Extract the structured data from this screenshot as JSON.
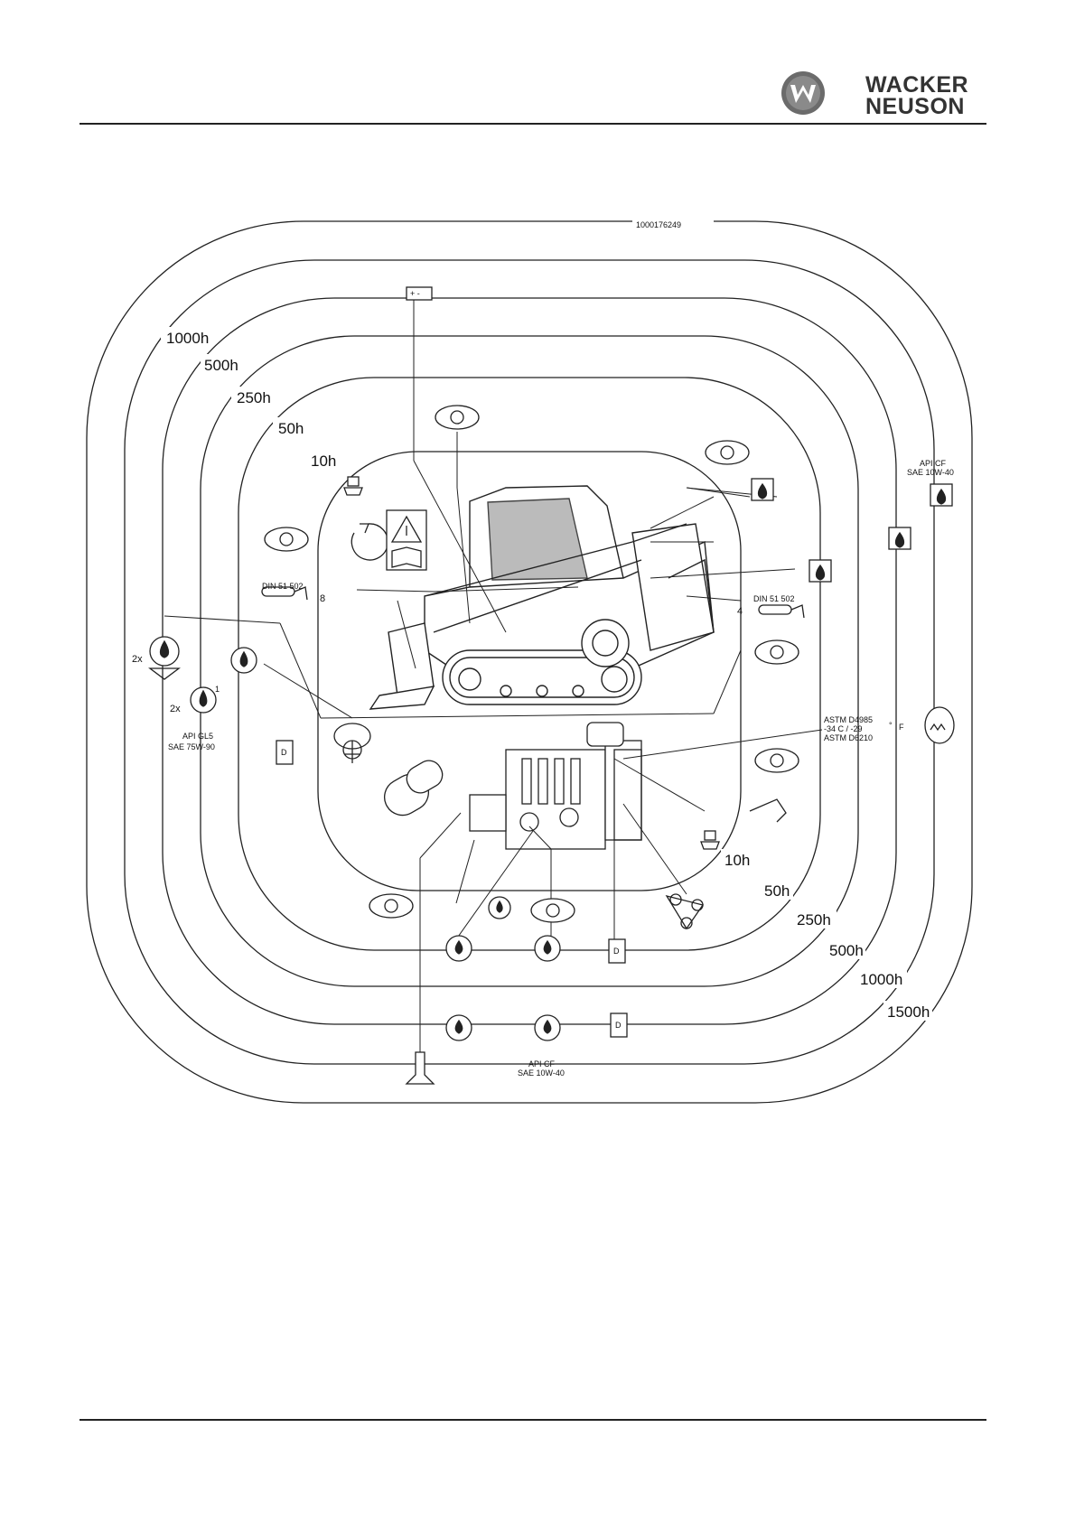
{
  "header": {
    "logo_line1": "WACKER",
    "logo_line2": "NEUSON",
    "logo_icon": "wacker-neuson-w-icon"
  },
  "diagram": {
    "drawing_number": "1000176249",
    "interval_labels_left": [
      "1000h",
      "500h",
      "250h",
      "50h",
      "10h"
    ],
    "interval_labels_right": [
      "10h",
      "50h",
      "250h",
      "500h",
      "1000h",
      "1500h"
    ],
    "annotations": {
      "api_cf_top": "API CF",
      "sae_top": "SAE 10W-40",
      "api_cf_bottom": "API CF",
      "sae_bottom": "SAE 10W-40",
      "api_gl5": "API GL5",
      "sae_75w90": "SAE 75W-90",
      "din_left": "DIN 51 502",
      "din_right": "DIN 51 502",
      "din_left_count": "8",
      "din_right_count": "4",
      "astm_1": "ASTM D4985",
      "astm_temp": "-34    C / -29",
      "astm_2": "ASTM D6210",
      "fahrenheit": "F",
      "degree": "°",
      "qty_2x_a": "2x",
      "qty_2x_b": "2x",
      "note_1": "1",
      "battery_plus_minus": "+  -"
    },
    "icons": [
      "battery-icon",
      "inspect-eye-icon",
      "grease-nipple-icon",
      "rotation-arrow-icon",
      "warning-manual-icon",
      "grease-gun-icon",
      "gear-oil-icon",
      "fuel-filter-icon",
      "hydraulic-oil-icon",
      "coolant-icon",
      "air-filter-icon",
      "v-belt-icon",
      "engine-oil-icon",
      "fuel-pump-icon",
      "drain-valve-icon",
      "track-loader-icon",
      "engine-icon"
    ]
  }
}
